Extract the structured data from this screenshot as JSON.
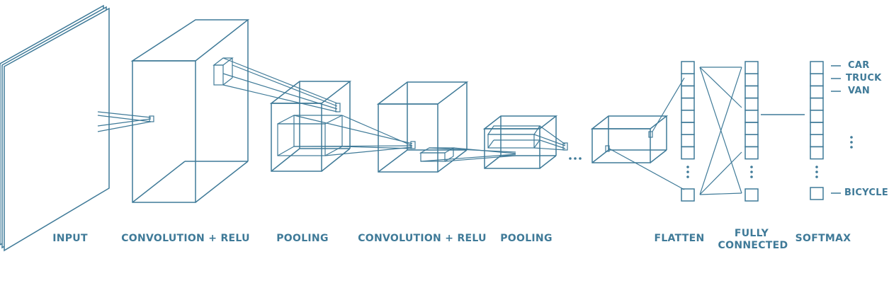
{
  "labels": {
    "input": "INPUT",
    "conv1": "CONVOLUTION + RELU",
    "pool1": "POOLING",
    "conv2": "CONVOLUTION + RELU",
    "pool2": "POOLING",
    "flatten": "FLATTEN",
    "fully_line1": "FULLY",
    "fully_line2": "CONNECTED",
    "softmax": "SOFTMAX"
  },
  "classes": [
    "CAR",
    "TRUCK",
    "VAN",
    "BICYCLE"
  ],
  "colors": {
    "stroke": "#3f7a98",
    "background": "#ffffff"
  }
}
